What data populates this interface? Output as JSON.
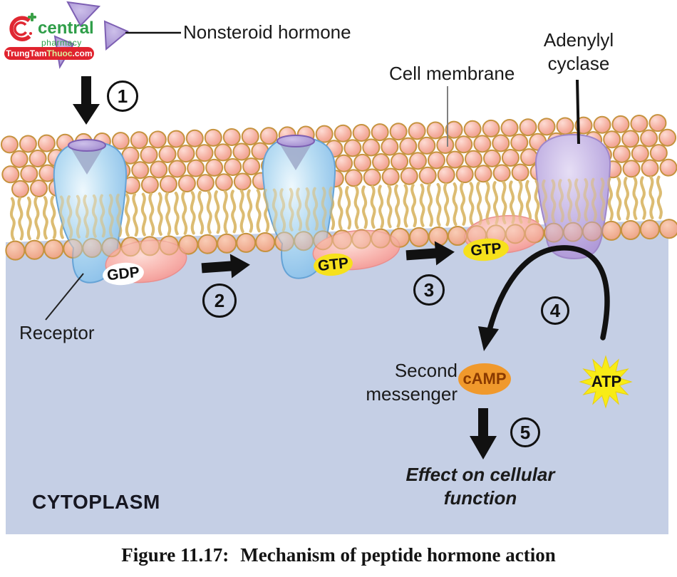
{
  "logo": {
    "brand": "central",
    "sub": "pharmacy",
    "pill_part1": "TrungTam",
    "pill_part2": "Thuoc",
    "pill_part3": ".com"
  },
  "labels": {
    "nonsteroid_hormone": "Nonsteroid hormone",
    "cell_membrane": "Cell membrane",
    "adenylyl_line1": "Adenylyl",
    "adenylyl_line2": "cyclase",
    "receptor": "Receptor",
    "cytoplasm": "CYTOPLASM",
    "second_line1": "Second",
    "second_line2": "messenger",
    "effect_line1": "Effect on cellular",
    "effect_line2": "function"
  },
  "molecules": {
    "gdp": "GDP",
    "gtp_receptor": "GTP",
    "gtp_cyclase": "GTP",
    "camp": "cAMP",
    "atp": "ATP"
  },
  "steps": [
    "1",
    "2",
    "3",
    "4",
    "5"
  ],
  "caption": {
    "figure_label": "Figure 11.17:",
    "title": "Mechanism of peptide hormone action"
  },
  "colors": {
    "cytoplasm_bg": "#c5cfe5",
    "lipid_head_pink": "#f5ae9f",
    "lipid_head_outline": "#c6933f",
    "lipid_tail": "#dcbc72",
    "receptor_blue": "#b9ddf3",
    "hormone_purple": "#9d86cc",
    "adenylyl_cyclase_purple": "#c4b4e4",
    "g_protein_pink": "#f8b3ad",
    "gtp_yellow": "#f6e11c",
    "gdp_white": "#ffffff",
    "camp_orange": "#f0992c",
    "atp_yellow": "#f8ec16",
    "arrow_black": "#111111",
    "logo_green": "#2f9e49",
    "logo_red": "#e0232e"
  }
}
